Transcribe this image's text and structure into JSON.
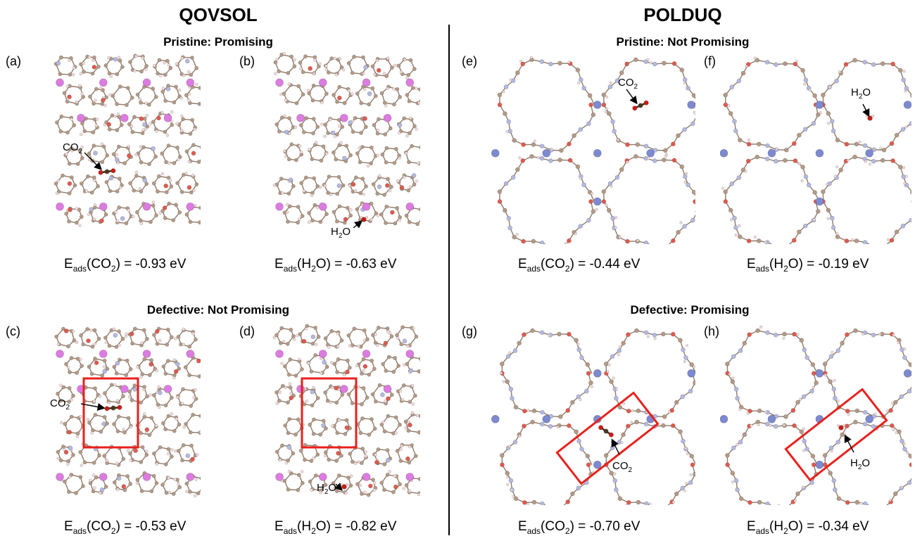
{
  "left": {
    "title": "QOVSOL",
    "pristine_subtitle": "Pristine: Promising",
    "defective_subtitle": "Defective: Not Promising"
  },
  "right": {
    "title": "POLDUQ",
    "pristine_subtitle": "Pristine: Not Promising",
    "defective_subtitle": "Defective: Promising"
  },
  "panels": [
    {
      "id": "a",
      "label": "(a)",
      "framework": "QOVSOL",
      "adsorbate": "CO2",
      "energy_value": "-0.93",
      "energy_unit": "eV",
      "defect_box": false
    },
    {
      "id": "b",
      "label": "(b)",
      "framework": "QOVSOL",
      "adsorbate": "H2O",
      "energy_value": "-0.63",
      "energy_unit": "eV",
      "defect_box": false
    },
    {
      "id": "c",
      "label": "(c)",
      "framework": "QOVSOL",
      "adsorbate": "CO2",
      "energy_value": "-0.53",
      "energy_unit": "eV",
      "defect_box": true
    },
    {
      "id": "d",
      "label": "(d)",
      "framework": "QOVSOL",
      "adsorbate": "H2O",
      "energy_value": "-0.82",
      "energy_unit": "eV",
      "defect_box": true
    },
    {
      "id": "e",
      "label": "(e)",
      "framework": "POLDUQ",
      "adsorbate": "CO2",
      "energy_value": "-0.44",
      "energy_unit": "eV",
      "defect_box": false
    },
    {
      "id": "f",
      "label": "(f)",
      "framework": "POLDUQ",
      "adsorbate": "H2O",
      "energy_value": "-0.19",
      "energy_unit": "eV",
      "defect_box": false
    },
    {
      "id": "g",
      "label": "(g)",
      "framework": "POLDUQ",
      "adsorbate": "CO2",
      "energy_value": "-0.70",
      "energy_unit": "eV",
      "defect_box": true
    },
    {
      "id": "h",
      "label": "(h)",
      "framework": "POLDUQ",
      "adsorbate": "H2O",
      "energy_value": "-0.34",
      "energy_unit": "eV",
      "defect_box": true
    }
  ],
  "labels": {
    "energy_symbol": "E",
    "energy_subscript": "ads",
    "co2_main": "CO",
    "co2_sub": "2",
    "h2o_pre": "H",
    "h2o_sub": "2",
    "h2o_post": "O"
  },
  "colors": {
    "carbon": "#b39a87",
    "hydrogen": "#f3dcdc",
    "oxygen": "#e05a4e",
    "nitrogen": "#b4b9e0",
    "metal_qovsol": "#dd7ce0",
    "metal_polduq": "#7d8ad0",
    "defect_box": "#e8201c",
    "adsorbate_c": "#4a3a22",
    "adsorbate_o": "#c81d14"
  }
}
